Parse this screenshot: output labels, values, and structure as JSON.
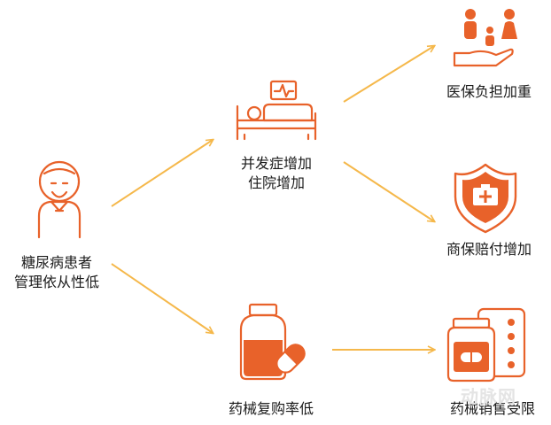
{
  "nodes": {
    "patient": {
      "line1": "糖尿病患者",
      "line2": "管理依从性低",
      "icon": "elderly-person-icon"
    },
    "complications": {
      "line1": "并发症增加",
      "line2": "住院增加",
      "icon": "hospital-bed-icon"
    },
    "medical_insurance": {
      "line1": "医保负担加重",
      "icon": "family-hand-icon"
    },
    "commercial_insurance": {
      "line1": "商保赔付增加",
      "icon": "medical-shield-icon"
    },
    "purchase": {
      "line1": "药械复购率低",
      "icon": "medicine-bottle-capsule-icon"
    },
    "sales": {
      "line1": "药械销售受限",
      "icon": "pill-bottle-blister-icon"
    }
  },
  "watermark": "动脉网",
  "colors": {
    "icon": "#e8622a",
    "arrow": "#f5b84b",
    "text": "#1a1a1a"
  }
}
